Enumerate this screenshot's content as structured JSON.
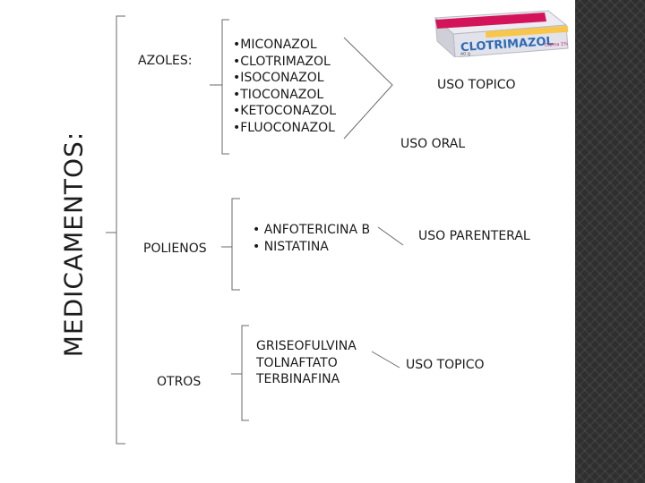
{
  "title": "MEDICAMENTOS:",
  "groups": [
    {
      "label": "AZOLES:",
      "drugs": [
        "•MICONAZOL",
        "•CLOTRIMAZOL",
        "•ISOCONAZOL",
        "•TIOCONAZOL",
        "•KETOCONAZOL",
        "•FLUOCONAZOL"
      ],
      "uses": [
        "USO TOPICO",
        "USO ORAL"
      ]
    },
    {
      "label": "POLIENOS",
      "drugs": [
        "• ANFOTERICINA B",
        "• NISTATINA"
      ],
      "uses": [
        "USO PARENTERAL"
      ]
    },
    {
      "label": "OTROS",
      "drugs": [
        "GRISEOFULVINA",
        "TOLNAFTATO",
        "TERBINAFINA"
      ],
      "uses": [
        "USO TOPICO"
      ]
    }
  ],
  "product_image": {
    "brand": "CLOTRIMAZOL",
    "strength": "Crema 1%",
    "weight": "40 g",
    "colors": {
      "box": "#e0e0e8",
      "band": "#d4145a",
      "text": "#2d6bb5",
      "accent": "#f7c64b"
    }
  },
  "colors": {
    "connector": "#6a6a6a",
    "text": "#1a1a1a",
    "side_strip": "#2f2f2f"
  }
}
